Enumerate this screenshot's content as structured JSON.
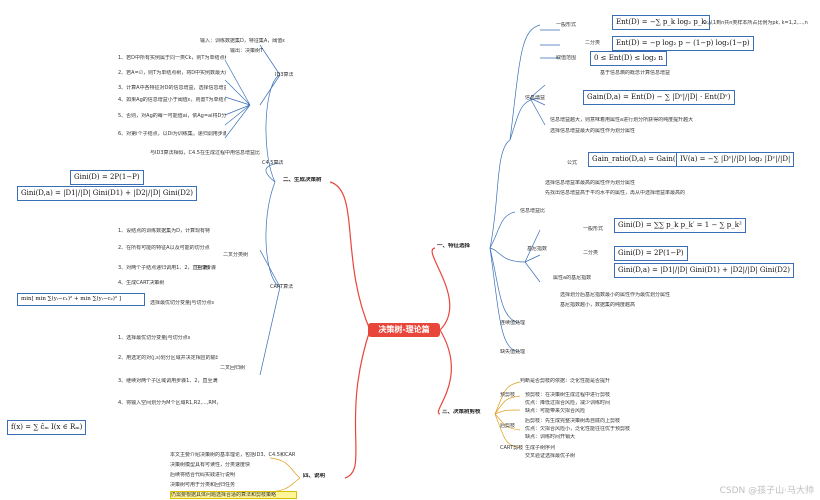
{
  "root": "决策树-理论篇",
  "watermark": "CSDN @孩子山·马大帅",
  "branches": {
    "b1": "一、特征选择",
    "b2": "二、生成决策树",
    "b3": "三、决策树剪枝",
    "b4": "四、说明"
  },
  "s1": {
    "entropy_general": "一般形式",
    "entropy_formula": "Ent(D) = −∑ p_k log₂ p_k",
    "entropy_note": "k从1到n共n类样本所占比例为pk, k=1,2,...,n",
    "binary": "二分类",
    "binary_formula": "Ent(D) = −p log₂ p − (1−p) log₂(1−p)",
    "range": "取值范围",
    "range_formula": "0 ≤ Ent(D) ≤ log₂ n",
    "infogain": "信息增益",
    "ig_desc": "基于信息熵的概念计算信息增益",
    "gain_formula": "Gain(D,a) = Ent(D) − ∑ |Dᵛ|/|D| · Ent(Dᵛ)",
    "ig_note1": "信息增益越大，则意味着用属性a进行划分所获得的纯度提升越大",
    "ig_note2": "选择信息增益最大的属性作为划分属性",
    "gainratio": "信息增益比",
    "gr_general": "公式",
    "gr_formula": "Gain_ratio(D,a) = Gain(D,a) / IV(a)",
    "iv_formula": "IV(a) = −∑ |Dᵛ|/|D| log₂ |Dᵛ|/|D|",
    "gr_note1": "选择信息增益率最高的属性作为划分属性",
    "gr_note2": "先找出信息增益高于平均水平的属性，再从中选择增益率最高的",
    "gini": "基尼指数",
    "gini_general": "一般形式",
    "gini_formula": "Gini(D) = ∑∑ p_k p_k′ = 1 − ∑ p_k²",
    "gini_binary": "二分类",
    "gini_binary_formula": "Gini(D) = 2P(1−P)",
    "gini_attr": "属性a的基尼指数",
    "gini_attr_formula": "Gini(D,a) = |D1|/|D| Gini(D1) + |D2|/|D| Gini(D2)",
    "gini_note": "选择划分后基尼指数最小的属性作为最优划分属性",
    "conclude": "基尼指数越小，数据集的纯度越高",
    "continuous": "连续值处理",
    "missing": "缺失值处理"
  },
  "s2": {
    "id3": "ID3算法",
    "input": "输入：训练数据集D，特征集A，阈值ε",
    "output": "输出：决策树T",
    "id3_steps": [
      "1、若D中所有实例属于同一类Ck，则T为单结点树",
      "2、若A=∅，则T为单结点树，将D中实例数最大的类Ck作为该结点的类标记",
      "3、计算A中各特征对D的信息增益，选择信息增益最大的特征Ag",
      "4、如果Ag的信息增益小于阈值ε，则置T为单结点树",
      "5、否则，对Ag的每一可能值ai，依Ag=ai将D分割为若干非空子集Di",
      "6、对第i个子结点，以Di为训练集，递归调用步骤1~5"
    ],
    "c45": "C4.5算法",
    "c45_note": "与ID3算法相似，C4.5在生成过程中用信息增益比来选择特征",
    "cart": "CART算法",
    "cart_gen": "生成步骤",
    "gini_formula_big": "Gini(D) = 2P(1−P)",
    "gini_attr_big": "Gini(D,a) = |D1|/|D| Gini(D1) + |D2|/|D| Gini(D2)",
    "cls_tree": "二叉分类树",
    "reg_tree": "二叉回归树",
    "cart_steps": [
      "1、设结点的训练数据集为D，计算现有特征对该数据集的基尼指数",
      "2、在所有可能的特征A以及可能的切分点a中，选择基尼指数最小的特征",
      "3、对两个子结点递归调用1、2，直至满足停止条件",
      "4、生成CART决策树"
    ],
    "ls_formula": "min[ min ∑(yᵢ−c₁)² + min ∑(yᵢ−c₂)² ]",
    "ls_note": "选择最优切分变量j与切分点s",
    "f_formula": "f(x) = ∑ ĉₘ I(x ∈ Rₘ)",
    "reg_steps": [
      "1、选择最优切分变量j与切分点s",
      "2、用选定的对(j,s)划分区域并决定相应的输出值",
      "3、继续对两个子区域调用步骤1、2，直至满足停止条件",
      "4、将输入空间划分为M个区域R1,R2,...,RM，生成决策树"
    ]
  },
  "s3": {
    "pre": "预剪枝",
    "post": "后剪枝",
    "items": [
      "判断是否剪枝的依据：泛化性能是否提升",
      "预剪枝：在决策树生成过程中进行剪枝",
      "优点：降低过拟合风险，减少训练时间",
      "缺点：可能带来欠拟合风险",
      "后剪枝：先生成完整决策树再自底向上剪枝",
      "优点：欠拟合风险小，泛化性能往往优于预剪枝",
      "缺点：训练时间开销大",
      "CART剪枝",
      "生成子树序列",
      "交叉验证选择最优子树"
    ]
  },
  "s4": {
    "items": [
      "本文主要介绍决策树的基本理论，包括ID3、C4.5和CART算法",
      "决策树模型具有可读性，分类速度快",
      "后续将结合代码实践进行说明",
      "决策树可用于分类和回归任务",
      "仍需要根据具体问题选择合适的算法和剪枝策略"
    ]
  }
}
